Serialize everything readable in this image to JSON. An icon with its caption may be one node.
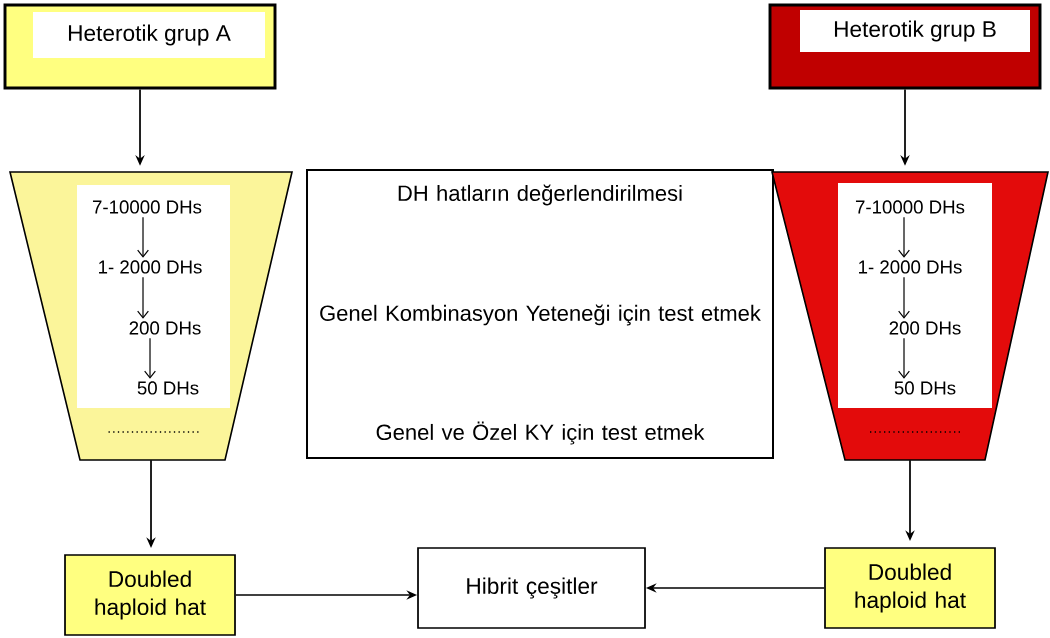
{
  "diagram": {
    "nodes": [
      {
        "text": [
          "Heterotik grup A"
        ]
      },
      {
        "text": [
          "Heterotik grup B"
        ]
      },
      {
        "text": [],
        "shape": "trapezoid"
      },
      {
        "text": [
          "7-10000 DHs"
        ],
        "in": 2
      },
      {
        "text": [
          "1-  2000 DHs"
        ],
        "in": 2
      },
      {
        "text": [
          "200 DHs"
        ],
        "in": 2
      },
      {
        "text": [
          "50 DHs"
        ],
        "in": 2
      },
      {
        "text": [
          "DH hatların değerlendirilmesi",
          "Genel Kombinasyon Yeteneği için test etmek",
          "Genel ve Özel KY için test etmek"
        ]
      },
      {
        "text": [],
        "shape": "trapezoid"
      },
      {
        "text": [
          "7-10000 DHs"
        ],
        "in": 8
      },
      {
        "text": [
          "1-  2000 DHs"
        ],
        "in": 8
      },
      {
        "text": [
          "200 DHs"
        ],
        "in": 8
      },
      {
        "text": [
          "50 DHs"
        ],
        "in": 8
      },
      {
        "text": [
          "Doubled haploid hat"
        ]
      },
      {
        "text": [
          "Hibrit çeşitler"
        ]
      },
      {
        "text": [
          "Doubled haploid hat"
        ]
      }
    ],
    "edges": [
      {
        "from": 0,
        "to": 2,
        "arrow": "to"
      },
      {
        "from": 1,
        "to": 8,
        "arrow": "to"
      },
      {
        "from": 3,
        "to": 4,
        "arrow": "to"
      },
      {
        "from": 4,
        "to": 5,
        "arrow": "to"
      },
      {
        "from": 5,
        "to": 6,
        "arrow": "to"
      },
      {
        "from": 9,
        "to": 10,
        "arrow": "to"
      },
      {
        "from": 10,
        "to": 11,
        "arrow": "to"
      },
      {
        "from": 11,
        "to": 12,
        "arrow": "to"
      },
      {
        "from": 2,
        "to": 13,
        "arrow": "to"
      },
      {
        "from": 8,
        "to": 15,
        "arrow": "to"
      },
      {
        "from": 13,
        "to": 14,
        "arrow": "to"
      },
      {
        "from": 15,
        "to": 14,
        "arrow": "to"
      }
    ]
  }
}
